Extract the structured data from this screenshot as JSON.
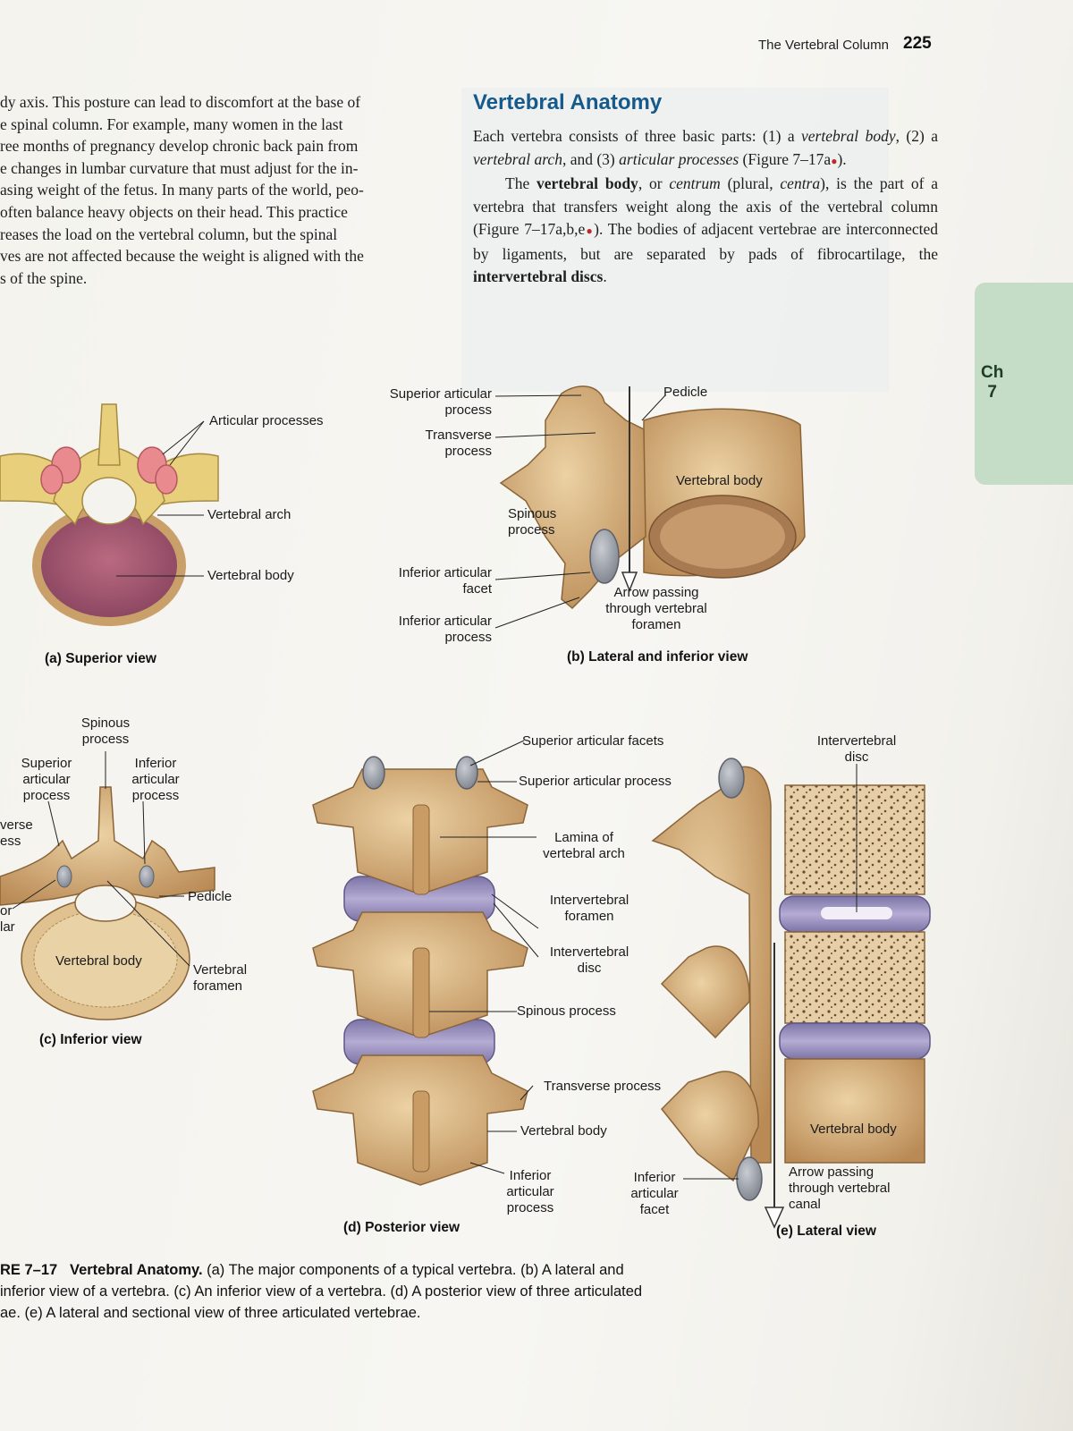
{
  "header": {
    "title": "The Vertebral Column",
    "page_number": "225"
  },
  "left_column": {
    "lines": [
      "dy axis. This posture can lead to discomfort at the base of",
      "e spinal column. For example, many women in the last",
      "ree months of pregnancy develop chronic back pain from",
      "e changes in lumbar curvature that must adjust for the in-",
      "asing weight of the fetus. In many parts of the world, peo-",
      "often balance heavy objects on their head. This practice",
      "reases the load on the vertebral column, but the spinal",
      "ves are not affected because the weight is aligned with the",
      "s of the spine."
    ]
  },
  "section": {
    "heading": "Vertebral Anatomy",
    "p1": {
      "a": "Each vertebra consists of three basic parts: (1) a ",
      "b": "vertebral body",
      "c": ",",
      "d": "(2) a ",
      "e": "vertebral arch",
      "f": ", and (3) ",
      "g": "articular processes",
      "h": " (Figure 7–17a",
      "i": ")."
    },
    "p2": {
      "a": "The ",
      "b": "vertebral body",
      "c": ", or ",
      "d": "centrum",
      "e": " (plural, ",
      "f": "centra",
      "g": "), is the part of a vertebra that transfers weight along the axis of the vertebral column (Figure 7–17a,b,e",
      "h": "). The bodies of adjacent vertebrae are interconnected by ligaments, but are separated by pads of fibrocartilage, the ",
      "i": "intervertebral discs",
      "j": "."
    },
    "dot": "●"
  },
  "tab": {
    "line1": "Ch",
    "line2": "7"
  },
  "figure_a": {
    "caption": "(a) Superior view",
    "labels": {
      "articular": "Articular processes",
      "arch": "Vertebral arch",
      "body": "Vertebral body"
    }
  },
  "figure_b": {
    "caption": "(b) Lateral and inferior view",
    "labels": {
      "sup_art": "Superior articular\nprocess",
      "transverse": "Transverse\nprocess",
      "spinous": "Spinous\nprocess",
      "inf_facet": "Inferior articular\nfacet",
      "inf_proc": "Inferior articular\nprocess",
      "pedicle": "Pedicle",
      "body": "Vertebral body",
      "arrow": "Arrow passing\nthrough vertebral\nforamen"
    }
  },
  "figure_c": {
    "caption": "(c) Inferior view",
    "labels": {
      "spinous": "Spinous\nprocess",
      "sup_art": "Superior\narticular\nprocess",
      "inf_art": "Inferior\narticular\nprocess",
      "transverse": "verse\ness",
      "pedicle": "Pedicle",
      "inf_left": "or\nlar",
      "body": "Vertebral body",
      "foramen": "Vertebral\nforamen"
    }
  },
  "figure_d": {
    "caption": "(d) Posterior view",
    "labels": {
      "sup_facets": "Superior articular facets",
      "sup_proc": "Superior articular process",
      "lamina": "Lamina of\nvertebral arch",
      "iv_foramen": "Intervertebral\nforamen",
      "iv_disc": "Intervertebral\ndisc",
      "spinous": "Spinous process",
      "transverse": "Transverse process",
      "body": "Vertebral body",
      "inf_proc": "Inferior\narticular\nprocess"
    }
  },
  "figure_e": {
    "caption": "(e) Lateral view",
    "labels": {
      "iv_disc": "Intervertebral\ndisc",
      "inf_facet": "Inferior\narticular\nfacet",
      "body": "Vertebral body",
      "arrow": "Arrow passing\nthrough vertebral\ncanal"
    }
  },
  "figure_caption": {
    "prefix": "RE 7–17",
    "title": "Vertebral Anatomy.",
    "lines": [
      " (a) The major components of a typical vertebra. (b) A lateral and",
      "inferior view of a vertebra. (c) An inferior view of a vertebra. (d) A posterior view of three articulated",
      "ae. (e) A lateral and sectional view of three articulated vertebrae."
    ]
  },
  "colors": {
    "bone": "#d9b27e",
    "bone_dark": "#a8794a",
    "cartilage": "#e88a8e",
    "body_pink": "#a85a70",
    "disc": "#8f86b8",
    "facet": "#9fa4ad",
    "heading": "#155a8a",
    "tab": "#c5dcc6"
  }
}
